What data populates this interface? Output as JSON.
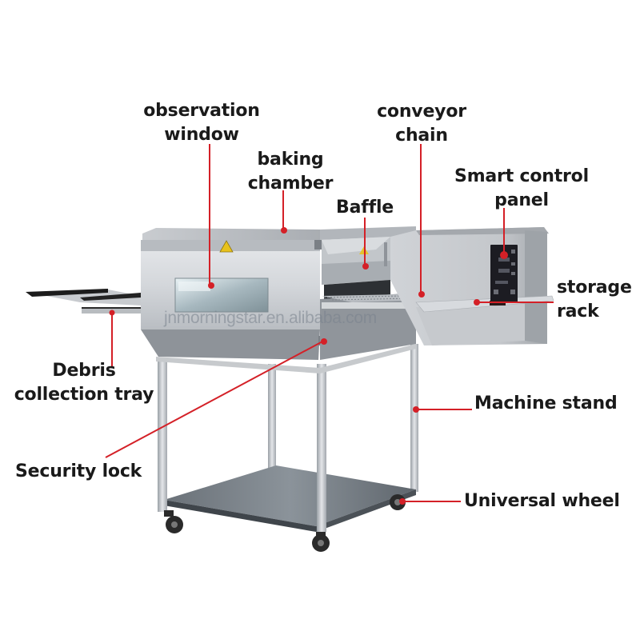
{
  "diagram": {
    "subject": "conveyor pizza oven",
    "watermark": "jnmorningstar.en.alibaba.com",
    "colors": {
      "callout_line": "#d42027",
      "label_text": "#1a1a1a",
      "steel_light": "#d9dce0",
      "steel_mid": "#b4b8bd",
      "steel_dark": "#6d7279",
      "control_panel": "#1c1c22",
      "warning_sticker": "#e8c21c"
    },
    "labels": {
      "observation_window": {
        "line1": "observation",
        "line2": "window"
      },
      "baking_chamber": {
        "line1": "baking",
        "line2": "chamber"
      },
      "baffle": {
        "line1": "Baffle"
      },
      "conveyor_chain": {
        "line1": "conveyor",
        "line2": "chain"
      },
      "smart_control_panel": {
        "line1": "Smart control",
        "line2": "panel"
      },
      "storage_rack": {
        "line1": "storage",
        "line2": "rack"
      },
      "debris_collection_tray": {
        "line1": "Debris",
        "line2": "collection tray"
      },
      "machine_stand": {
        "line1": "Machine stand"
      },
      "security_lock": {
        "line1": "Security lock"
      },
      "universal_wheel": {
        "line1": "Universal wheel"
      }
    }
  }
}
